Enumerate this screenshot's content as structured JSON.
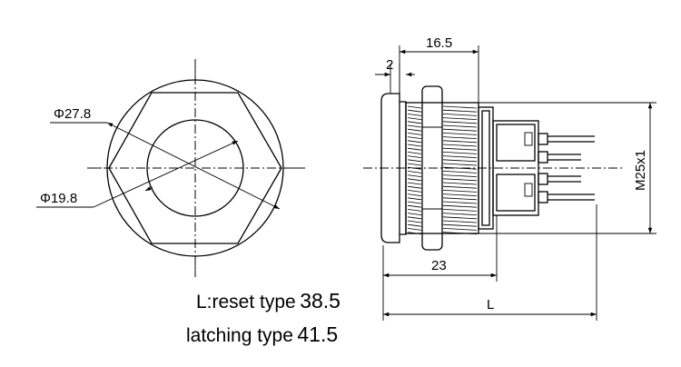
{
  "front_view": {
    "outer_diameter": "Φ27.8",
    "inner_diameter": "Φ19.8"
  },
  "side_view": {
    "overall_offset": "16.5",
    "flange_thickness": "2",
    "body_length": "23",
    "thread": "M25x1",
    "total_length": "L"
  },
  "notes": {
    "reset_label": "L:reset type",
    "reset_value": "38.5",
    "latching_label": "latching type",
    "latching_value": "41.5"
  }
}
